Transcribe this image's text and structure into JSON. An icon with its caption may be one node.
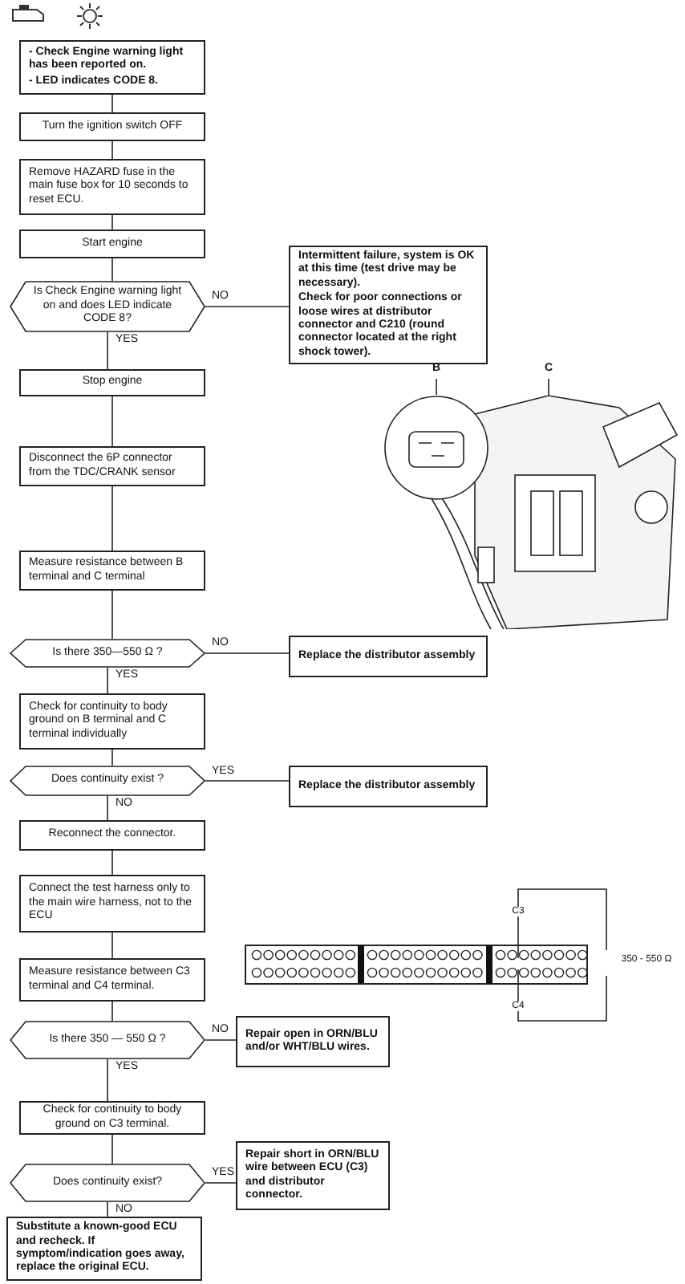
{
  "diagram": {
    "nodes": [
      {
        "text": [
          "- Check Engine warning light has been reported on.",
          "- LED indicates CODE 8."
        ]
      },
      {
        "text": [
          "Turn the ignition switch OFF"
        ]
      },
      {
        "text": [
          "Remove HAZARD fuse in the main fuse box for 10 seconds to reset ECU."
        ]
      },
      {
        "text": [
          "Start engine"
        ]
      },
      {
        "text": [
          "Is Check Engine warning light on and does LED indicate CODE 8?"
        ]
      },
      {
        "text": [
          "Intermittent failure, system is OK at this time (test drive may be necessary).",
          "Check for poor connections or loose wires at distributor connector and C210 (round connector located at the right shock tower)."
        ]
      },
      {
        "text": [
          "Stop engine"
        ]
      },
      {
        "text": [
          "Disconnect the 6P connector from the TDC/CRANK sensor"
        ]
      },
      {
        "text": [
          "Measure resistance between B terminal and C terminal"
        ]
      },
      {
        "text": [
          "Is there 350—550 Ω ?"
        ]
      },
      {
        "text": [
          "Replace the distributor assembly"
        ]
      },
      {
        "text": [
          "Check for continuity to body ground on B terminal and C terminal individually"
        ]
      },
      {
        "text": [
          "Does continuity exist ?"
        ]
      },
      {
        "text": [
          "Replace the distributor assembly"
        ]
      },
      {
        "text": [
          "Reconnect the connector."
        ]
      },
      {
        "text": [
          "Connect the test harness only to the main wire harness, not to the ECU"
        ]
      },
      {
        "text": [
          "Measure resistance between C3 terminal and C4 terminal."
        ]
      },
      {
        "text": [
          "Is there 350 — 550 Ω ?"
        ]
      },
      {
        "text": [
          "Repair open in ORN/BLU and/or WHT/BLU wires."
        ]
      },
      {
        "text": [
          "Check for continuity to body ground on C3 terminal."
        ]
      },
      {
        "text": [
          "Does continuity exist?"
        ]
      },
      {
        "text": [
          "Repair short in ORN/BLU wire between ECU (C3) and distributor connector."
        ]
      },
      {
        "text": [
          "Substitute a known-good ECU and recheck. If symptom/indication goes away, replace the original ECU."
        ]
      },
      {
        "text": [
          "B"
        ]
      },
      {
        "text": [
          "C"
        ]
      },
      {
        "text": [],
        "shape": "picture"
      }
    ],
    "edges": [
      {
        "from": 0,
        "to": 1,
        "arrow": "none"
      },
      {
        "from": 1,
        "to": 2,
        "arrow": "none"
      },
      {
        "from": 2,
        "to": 3,
        "arrow": "none"
      },
      {
        "from": 3,
        "to": 4,
        "arrow": "none"
      },
      {
        "from": 4,
        "to": 5,
        "arrow": "none",
        "label": "NO"
      },
      {
        "from": 4,
        "to": 6,
        "arrow": "none",
        "label": "YES"
      },
      {
        "from": 6,
        "to": 7,
        "arrow": "none"
      },
      {
        "from": 7,
        "to": 8,
        "arrow": "none"
      },
      {
        "from": 8,
        "to": 9,
        "arrow": "none"
      },
      {
        "from": 9,
        "to": 10,
        "arrow": "none",
        "label": "NO"
      },
      {
        "from": 9,
        "to": 11,
        "arrow": "none",
        "label": "YES"
      },
      {
        "from": 11,
        "to": 12,
        "arrow": "none"
      },
      {
        "from": 12,
        "to": 13,
        "arrow": "none",
        "label": "YES"
      },
      {
        "from": 12,
        "to": 14,
        "arrow": "none",
        "label": "NO"
      },
      {
        "from": 14,
        "to": 15,
        "arrow": "none"
      },
      {
        "from": 15,
        "to": 16,
        "arrow": "none"
      },
      {
        "from": 16,
        "to": 17,
        "arrow": "none"
      },
      {
        "from": 17,
        "to": 18,
        "arrow": "none",
        "label": "NO"
      },
      {
        "from": 17,
        "to": 19,
        "arrow": "none",
        "label": "YES"
      },
      {
        "from": 19,
        "to": 20,
        "arrow": "none"
      },
      {
        "from": 20,
        "to": 21,
        "arrow": "none",
        "label": "YES"
      },
      {
        "from": 20,
        "to": 22,
        "arrow": "none",
        "label": "NO"
      },
      {
        "from": 23,
        "to": 25,
        "arrow": "none"
      },
      {
        "from": 24,
        "to": 25,
        "arrow": "none"
      }
    ],
    "labels": [
      "C3",
      "C4",
      "350 - 550 Ω"
    ]
  }
}
